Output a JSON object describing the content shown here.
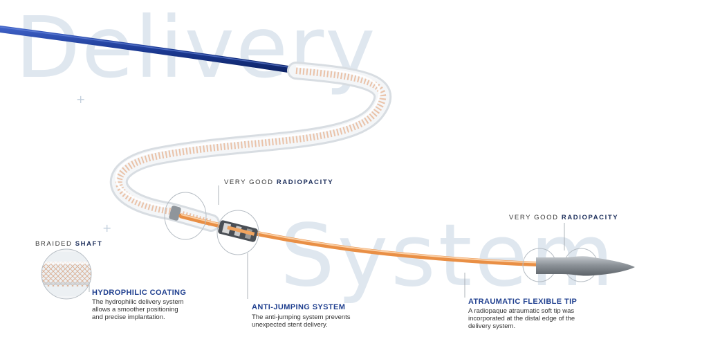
{
  "background_words": [
    "Delivery",
    "System"
  ],
  "labels": {
    "braided_shaft": {
      "prefix": "BRAIDED",
      "emphasis": "SHAFT"
    },
    "radiopacity_1": {
      "prefix": "VERY GOOD",
      "emphasis": "RADIOPACITY"
    },
    "radiopacity_2": {
      "prefix": "VERY GOOD",
      "emphasis": "RADIOPACITY"
    }
  },
  "features": {
    "hydrophilic": {
      "title": "HYDROPHILIC COATING",
      "lines": [
        "The hydrophilic delivery system",
        "allows a smoother positioning",
        "and precise implantation."
      ]
    },
    "anti_jumping": {
      "title": "ANTI-JUMPING SYSTEM",
      "lines": [
        "The anti-jumping system prevents",
        "unexpected stent delivery."
      ]
    },
    "tip": {
      "title": "ATRAUMATIC FLEXIBLE TIP",
      "lines": [
        "A radiopaque atraumatic soft tip was",
        "incorporated at the distal edge of the",
        "delivery system."
      ]
    }
  },
  "colors": {
    "shaft_blue": "#1f3f9a",
    "inner_orange": "#f0a460",
    "tip_gray": "#8a9096",
    "title_blue": "#1f3f8f",
    "watermark": "#dfe7ef"
  }
}
